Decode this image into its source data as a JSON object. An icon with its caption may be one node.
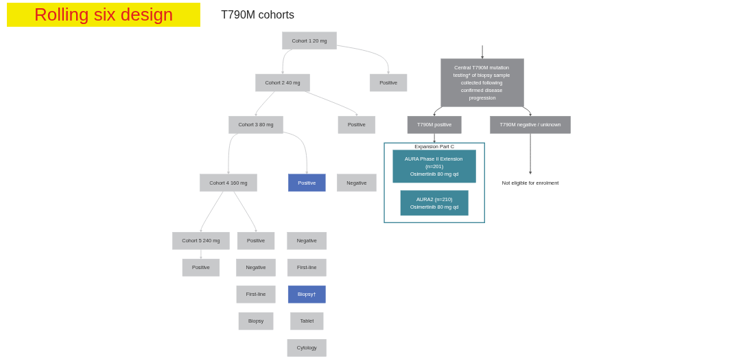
{
  "diagram": {
    "title": "Rolling six design",
    "nodes": [
      {
        "text": [
          "Cohort 1 20 mg"
        ]
      },
      {
        "text": [
          "Cohort 2 40 mg"
        ]
      },
      {
        "text": [
          "Cohort 3 80 mg"
        ]
      },
      {
        "text": [
          "Cohort 4 160 mg"
        ]
      },
      {
        "text": [
          "Cohort 5 240 mg"
        ]
      },
      {
        "text": [
          "Positive"
        ]
      },
      {
        "text": [
          "Positive"
        ]
      },
      {
        "text": [
          "Negative"
        ]
      },
      {
        "text": [
          "Positive"
        ]
      },
      {
        "text": [
          "Negative"
        ]
      },
      {
        "text": [
          "First-line"
        ]
      },
      {
        "text": [
          "Biopsy†"
        ]
      },
      {
        "text": [
          "Tablet"
        ]
      },
      {
        "text": [
          "Cytology"
        ]
      },
      {
        "text": [
          "Positive"
        ]
      },
      {
        "text": [
          "Negative"
        ]
      },
      {
        "text": [
          "First-line"
        ]
      },
      {
        "text": [
          "Biopsy"
        ]
      },
      {
        "text": [
          "Positive"
        ]
      },
      {
        "text": [
          "Central T790M mutation testing* of biopsy sample collected following confirmed disease progression"
        ]
      },
      {
        "text": [
          "T790M positive"
        ]
      },
      {
        "text": [
          "T790M negative / unknown"
        ]
      },
      {
        "text": [
          "Not eligible for enrolment"
        ]
      },
      {
        "text": [
          "Expansion Part C"
        ]
      },
      {
        "text": [
          "AURA Phase II Extension (n=201)",
          "Osimertinib 80 mg qd"
        ],
        "in": 23
      },
      {
        "text": [
          "AURA2 (n=210)",
          "Osimertinib 80 mg qd"
        ],
        "in": 23
      }
    ],
    "edges": [
      {
        "from": 0,
        "to": 1,
        "arrow": "to"
      },
      {
        "from": 1,
        "to": 2,
        "arrow": "to"
      },
      {
        "from": 2,
        "to": 3,
        "arrow": "to"
      },
      {
        "from": 3,
        "to": 4,
        "arrow": "to"
      },
      {
        "from": 0,
        "to": 5,
        "arrow": "to"
      },
      {
        "from": 1,
        "to": 6,
        "arrow": "to"
      },
      {
        "from": 2,
        "to": 8,
        "arrow": "to"
      },
      {
        "from": 3,
        "to": 14,
        "arrow": "to"
      },
      {
        "from": 4,
        "to": 18,
        "arrow": "to"
      },
      {
        "from": null,
        "to": 19,
        "arrow": "to",
        "color": "#595959"
      },
      {
        "from": 19,
        "to": 20,
        "arrow": "to",
        "color": "#595959"
      },
      {
        "from": 19,
        "to": 21,
        "arrow": "to",
        "color": "#595959"
      },
      {
        "from": 20,
        "to": 23,
        "arrow": "to",
        "color": "#595959"
      },
      {
        "from": 21,
        "to": 22,
        "arrow": "to",
        "color": "#595959"
      }
    ],
    "labels": [
      "T790M cohorts"
    ]
  }
}
